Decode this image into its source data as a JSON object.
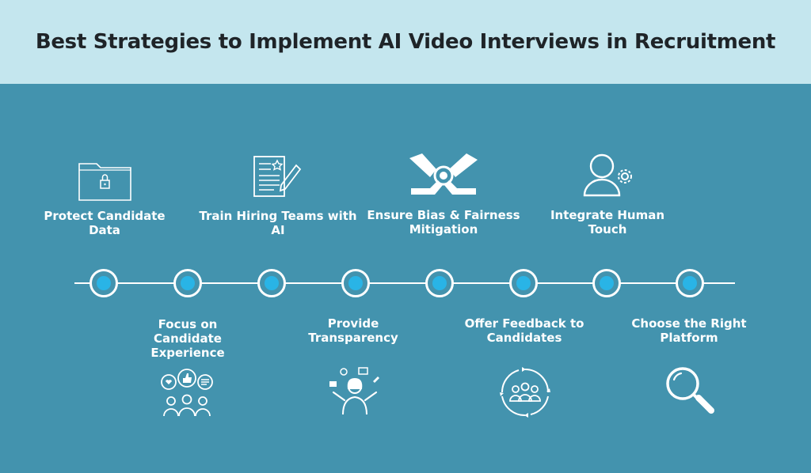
{
  "title": "Best Strategies to Implement AI Video Interviews in Recruitment",
  "colors": {
    "header_bg": "#c4e6ee",
    "main_bg": "#4393ae",
    "node_dot": "#29b4e6",
    "line": "#ffffff"
  },
  "strategies": [
    {
      "label": "Protect Candidate Data",
      "icon": "locked-folder-icon"
    },
    {
      "label": "Focus on Candidate Experience",
      "icon": "feedback-people-icon"
    },
    {
      "label": "Train Hiring Teams with AI",
      "icon": "document-pencil-icon"
    },
    {
      "label": "Provide Transparency",
      "icon": "person-juggling-icon"
    },
    {
      "label": "Ensure Bias & Fairness Mitigation",
      "icon": "joined-hands-icon"
    },
    {
      "label": "Offer Feedback to Candidates",
      "icon": "cycle-group-icon"
    },
    {
      "label": "Integrate Human Touch",
      "icon": "person-gear-icon"
    },
    {
      "label": "Choose the Right Platform",
      "icon": "magnifier-icon"
    }
  ]
}
